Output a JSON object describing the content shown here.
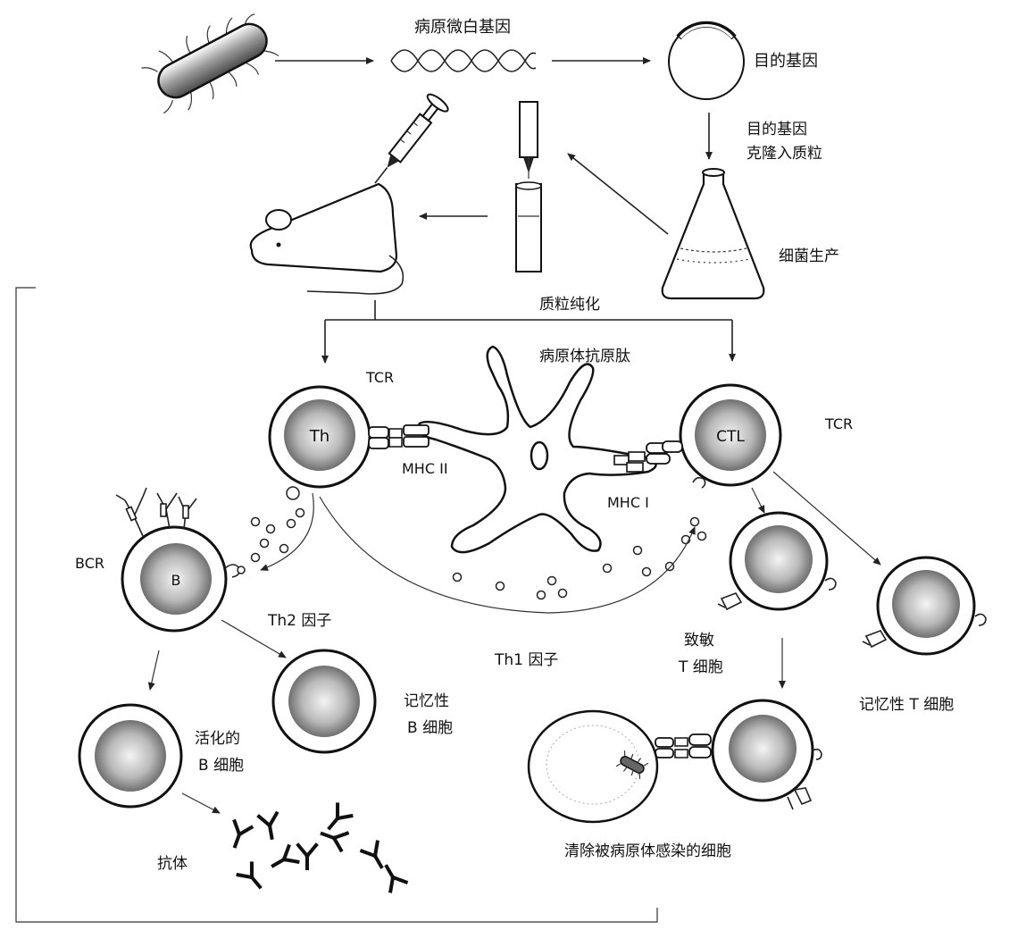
{
  "labels": {
    "pathogen_gene": "病原微白基因",
    "target_gene": "目的基因",
    "clone_line1": "目的基因",
    "clone_line2": "克隆入质粒",
    "bacterial_production": "细菌生产",
    "plasmid_purification": "质粒纯化",
    "pathogen_antigen_peptide": "病原体抗原肽",
    "tcr_left": "TCR",
    "tcr_right": "TCR",
    "th_cell": "Th",
    "ctl_cell": "CTL",
    "mhc2": "MHC II",
    "mhc1": "MHC I",
    "bcr": "BCR",
    "b_cell": "B",
    "th2_factor": "Th2 因子",
    "th1_factor": "Th1 因子",
    "sensitized_line1": "致敏",
    "sensitized_line2": "T 细胞",
    "memory_t": "记忆性 T 细胞",
    "memory_b_line1": "记忆性",
    "memory_b_line2": "B 细胞",
    "activated_b_line1": "活化的",
    "activated_b_line2": "B 细胞",
    "antibody": "抗体",
    "clear_infected": "清除被病原体感染的细胞"
  },
  "colors": {
    "ink": "#111111",
    "nucleus_light": "#f2f2f2",
    "nucleus_dark": "#6e6e6e"
  }
}
